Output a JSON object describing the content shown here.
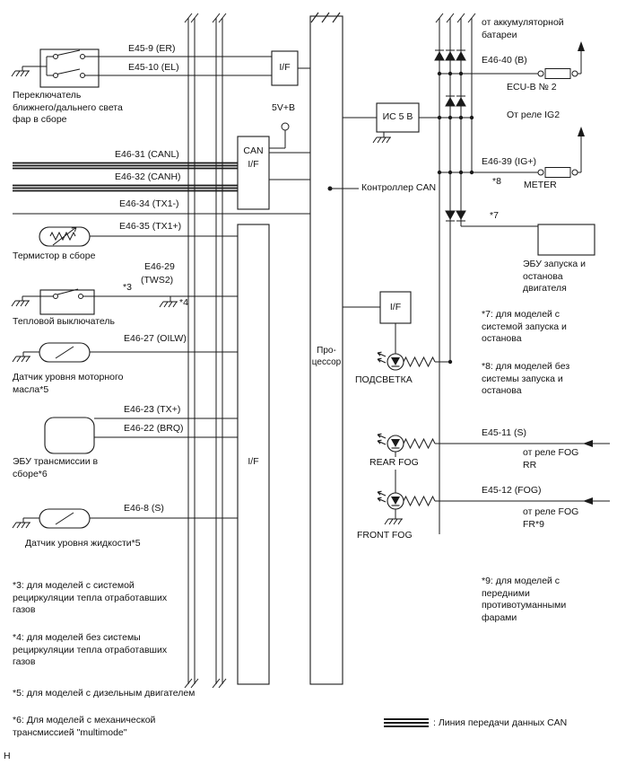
{
  "page": {
    "marker": "H"
  },
  "wires": {
    "e45_9": "E45-9 (ER)",
    "e45_10": "E45-10 (EL)",
    "e46_31": "E46-31 (CANL)",
    "e46_32": "E46-32 (CANH)",
    "e46_34": "E46-34 (TX1-)",
    "e46_35": "E46-35 (TX1+)",
    "e46_29": "E46-29",
    "e46_29b": "(TWS2)",
    "e46_27": "E46-27 (OILW)",
    "e46_23": "E46-23 (TX+)",
    "e46_22": "E46-22 (BRQ)",
    "e46_8": "E46-8 (S)",
    "e46_40": "E46-40 (B)",
    "e46_39": "E46-39 (IG+)",
    "e45_11": "E45-11 (S)",
    "e45_12": "E45-12 (FOG)",
    "v5b": "5V+B"
  },
  "blocks": {
    "if_top": "I/F",
    "can_if_1": "CAN",
    "can_if_2": "I/F",
    "if_tall": "I/F",
    "if_mid": "I/F",
    "processor_1": "Про-",
    "processor_2": "цессор",
    "ic_5v": "ИС 5 В"
  },
  "components": {
    "headlamp_switch": "Переключатель ближнего/дальнего света фар в сборе",
    "thermistor": "Термистор в сборе",
    "thermal_switch": "Тепловой выключатель",
    "oil_level_sensor": "Датчик уровня моторного масла*5",
    "transmission_ecu": "ЭБУ трансмиссии в сборе*6",
    "fluid_level_sensor": "Датчик уровня жидкости*5",
    "can_controller": "Контроллер CAN",
    "illumination": "ПОДСВЕТКА",
    "rear_fog": "REAR FOG",
    "front_fog": "FRONT FOG",
    "start_stop_ecu": "ЭБУ запуска и останова двигателя"
  },
  "right": {
    "from_battery": "от аккумуляторной батареи",
    "ecu_b_2": "ECU-B № 2",
    "from_ig2_relay": "От реле IG2",
    "meter": "METER",
    "from_fog_rr_relay": "от реле FOG RR",
    "from_fog_fr_relay": "от реле FOG FR*9"
  },
  "marks": {
    "m3": "*3",
    "m4": "*4",
    "m7": "*7",
    "m8": "*8"
  },
  "footnotes": {
    "f3": "*3: для моделей с системой рециркуляции тепла отработавших газов",
    "f4": "*4: для моделей без системы рециркуляции тепла отработавших газов",
    "f5": "*5: для моделей с дизельным двигателем",
    "f6": "*6: Для моделей с механической трансмиссией \"multimode\"",
    "f7": "*7: для моделей с системой запуска и останова",
    "f8": "*8: для моделей без системы запуска и останова",
    "f9": "*9: для моделей с передними противотуманными фарами"
  },
  "legend": {
    "can_line": ": Линия передачи данных CAN"
  }
}
